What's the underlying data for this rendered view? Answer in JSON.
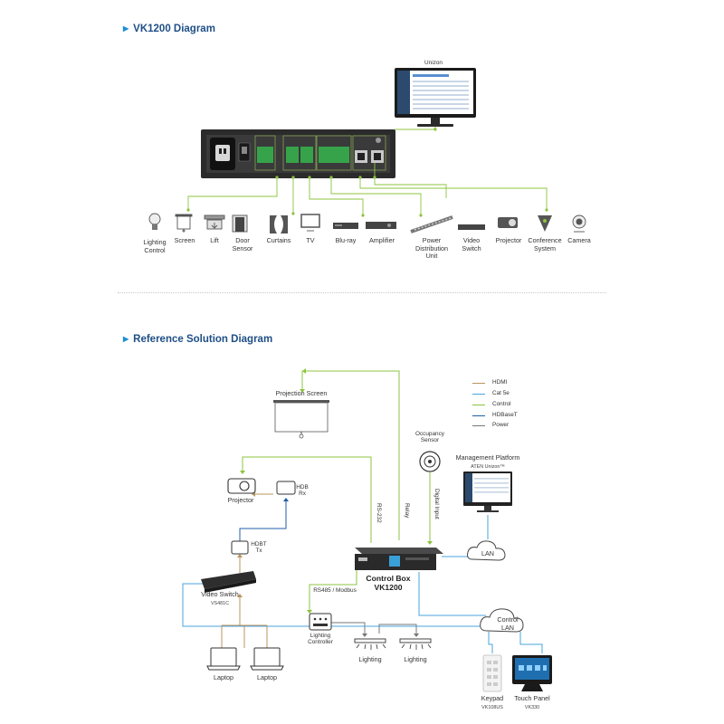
{
  "top": {
    "heading": "VK1200 Diagram",
    "monitor_label": "Unizon",
    "devices": [
      {
        "name": "Lighting Control",
        "lines": [
          "Lighting",
          "Control"
        ]
      },
      {
        "name": "Screen",
        "lines": [
          "Screen"
        ]
      },
      {
        "name": "Lift",
        "lines": [
          "Lift"
        ]
      },
      {
        "name": "Door Sensor",
        "lines": [
          "Door",
          "Sensor"
        ]
      },
      {
        "name": "Curtains",
        "lines": [
          "Curtains"
        ]
      },
      {
        "name": "TV",
        "lines": [
          "TV"
        ]
      },
      {
        "name": "Blu-ray",
        "lines": [
          "Blu-ray"
        ]
      },
      {
        "name": "Amplifier",
        "lines": [
          "Amplifier"
        ]
      },
      {
        "name": "Power Distribution Unit",
        "lines": [
          "Power",
          "Distribution",
          "Unit"
        ]
      },
      {
        "name": "Video Switch",
        "lines": [
          "Video",
          "Switch"
        ]
      },
      {
        "name": "Projector",
        "lines": [
          "Projector"
        ]
      },
      {
        "name": "Conference System",
        "lines": [
          "Conference",
          "System"
        ]
      },
      {
        "name": "Camera",
        "lines": [
          "Camera"
        ]
      }
    ]
  },
  "bottom": {
    "heading": "Reference Solution Diagram",
    "legend": [
      {
        "label": "HDMI",
        "color": "#b9955c"
      },
      {
        "label": "Cat 5e",
        "color": "#4aa3dc"
      },
      {
        "label": "Control",
        "color": "#8cc43f"
      },
      {
        "label": "HDBaseT",
        "color": "#1f5fa8"
      },
      {
        "label": "Power",
        "color": "#777777"
      }
    ],
    "projection_screen": "Projection Screen",
    "occupancy_sensor": [
      "Occupancy",
      "Sensor"
    ],
    "management_platform": "Management Platform",
    "management_sub": "ATEN Unizon™",
    "projector": "Projector",
    "hdb_rx": [
      "HDB",
      "Rx"
    ],
    "hdbt_tx": [
      "HDBT",
      "Tx"
    ],
    "rs232": "RS-232",
    "relay": "Relay",
    "digital_input": "Digital Input",
    "lan": "LAN",
    "control_box": [
      "Control Box",
      "VK1200"
    ],
    "rs485": "RS485 / Modbus",
    "video_switch": "Video Switch",
    "video_switch_model": "VS481C",
    "control_lan": [
      "Control",
      "LAN"
    ],
    "lighting_controller": [
      "Lighting",
      "Controller"
    ],
    "lighting_1": "Lighting",
    "lighting_2": "Lighting",
    "laptop_1": "Laptop",
    "laptop_2": "Laptop",
    "keypad": "Keypad",
    "keypad_model": "VK108US",
    "touch_panel": "Touch Panel",
    "touch_panel_model": "VK330"
  }
}
